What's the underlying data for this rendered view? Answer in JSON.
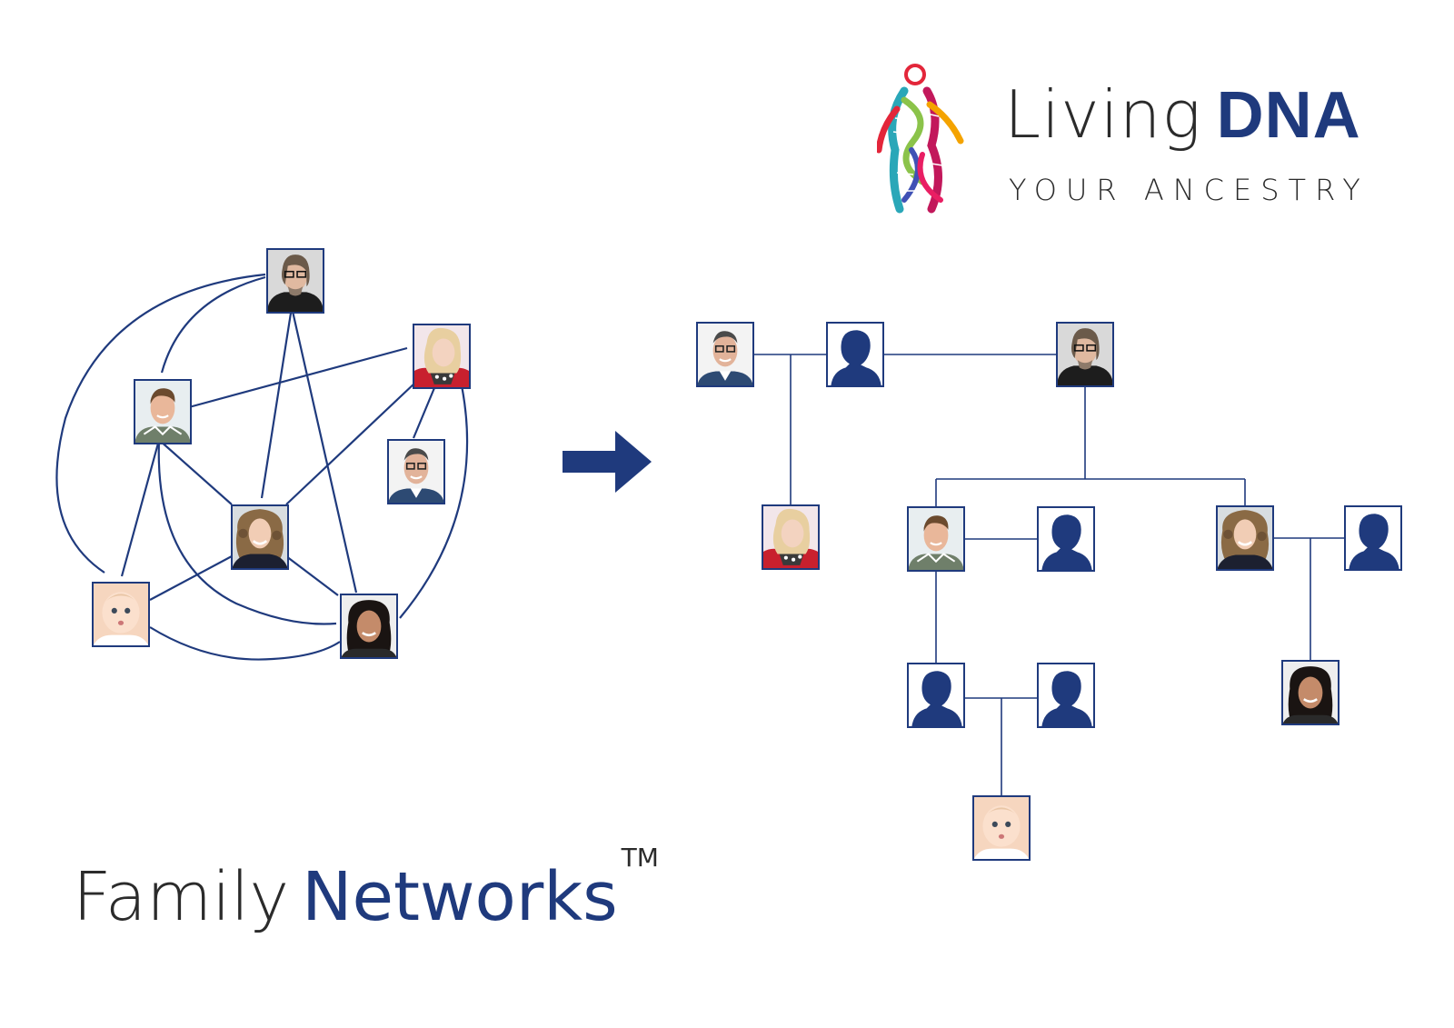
{
  "brand": {
    "name_light": "Living",
    "name_bold": "DNA",
    "tagline": "YOUR ANCESTRY",
    "colors": {
      "navy": "#1f3a7d",
      "text": "#2b2b2b"
    }
  },
  "title": {
    "light": "Family",
    "bold": "Networks",
    "trademark": "TM"
  },
  "network_nodes": [
    {
      "id": "grandfather",
      "icon": "grey-haired-man-with-glasses-photo"
    },
    {
      "id": "young-woman",
      "icon": "blonde-woman-with-scarf-photo"
    },
    {
      "id": "man-short-hair",
      "icon": "smiling-man-photo"
    },
    {
      "id": "man-glasses",
      "icon": "man-with-glasses-photo"
    },
    {
      "id": "curly-woman",
      "icon": "curly-haired-woman-photo"
    },
    {
      "id": "baby",
      "icon": "baby-photo"
    },
    {
      "id": "girl",
      "icon": "dark-haired-girl-photo"
    }
  ],
  "tree_nodes": [
    {
      "id": "t-man-glasses",
      "icon": "man-with-glasses-photo"
    },
    {
      "id": "t-unknown-1",
      "icon": "silhouette-icon"
    },
    {
      "id": "t-grandfather",
      "icon": "grey-haired-man-with-glasses-photo"
    },
    {
      "id": "t-young-woman",
      "icon": "blonde-woman-with-scarf-photo"
    },
    {
      "id": "t-man-short-hair",
      "icon": "smiling-man-photo"
    },
    {
      "id": "t-unknown-2",
      "icon": "silhouette-icon"
    },
    {
      "id": "t-curly-woman",
      "icon": "curly-haired-woman-photo"
    },
    {
      "id": "t-unknown-3",
      "icon": "silhouette-icon"
    },
    {
      "id": "t-unknown-4",
      "icon": "silhouette-icon"
    },
    {
      "id": "t-unknown-5",
      "icon": "silhouette-icon"
    },
    {
      "id": "t-girl",
      "icon": "dark-haired-girl-photo"
    },
    {
      "id": "t-baby",
      "icon": "baby-photo"
    }
  ],
  "arrow_icon": "right-arrow-icon"
}
